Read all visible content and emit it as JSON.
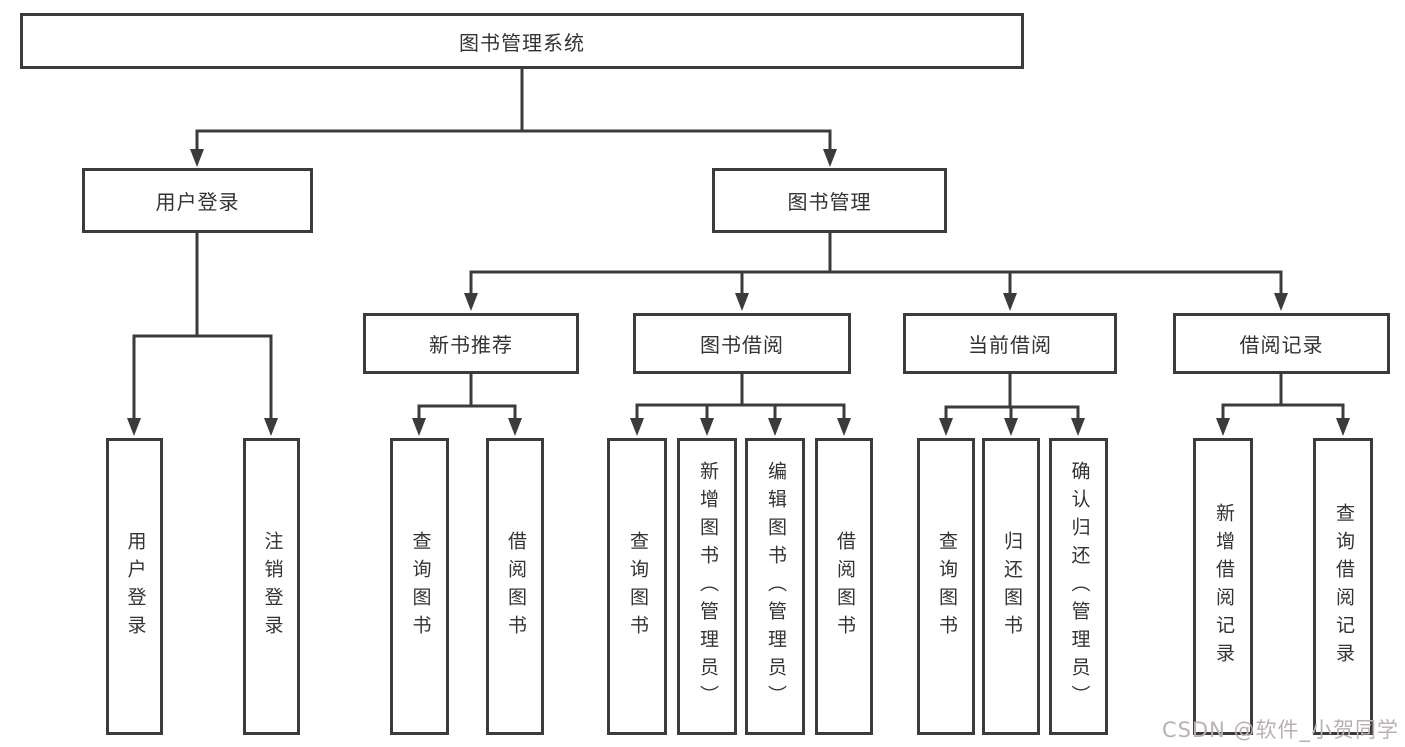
{
  "tree": {
    "root": "图书管理系统",
    "l2": [
      "用户登录",
      "图书管理"
    ],
    "l3": [
      "新书推荐",
      "图书借阅",
      "当前借阅",
      "借阅记录"
    ],
    "l4_login": [
      "用户登录",
      "注销登录"
    ],
    "l4_recommend": [
      "查询图书",
      "借阅图书"
    ],
    "l4_borrow": [
      "查询图书",
      "新增图书（管理员）",
      "编辑图书（管理员）",
      "借阅图书"
    ],
    "l4_current": [
      "查询图书",
      "归还图书",
      "确认归还（管理员）"
    ],
    "l4_records": [
      "新增借阅记录",
      "查询借阅记录"
    ]
  },
  "watermark": "CSDN @软件_小贺同学",
  "colors": {
    "line": "#3b3b3b",
    "text": "#333333",
    "watermark": "#b9b1b1",
    "background": "#ffffff"
  }
}
